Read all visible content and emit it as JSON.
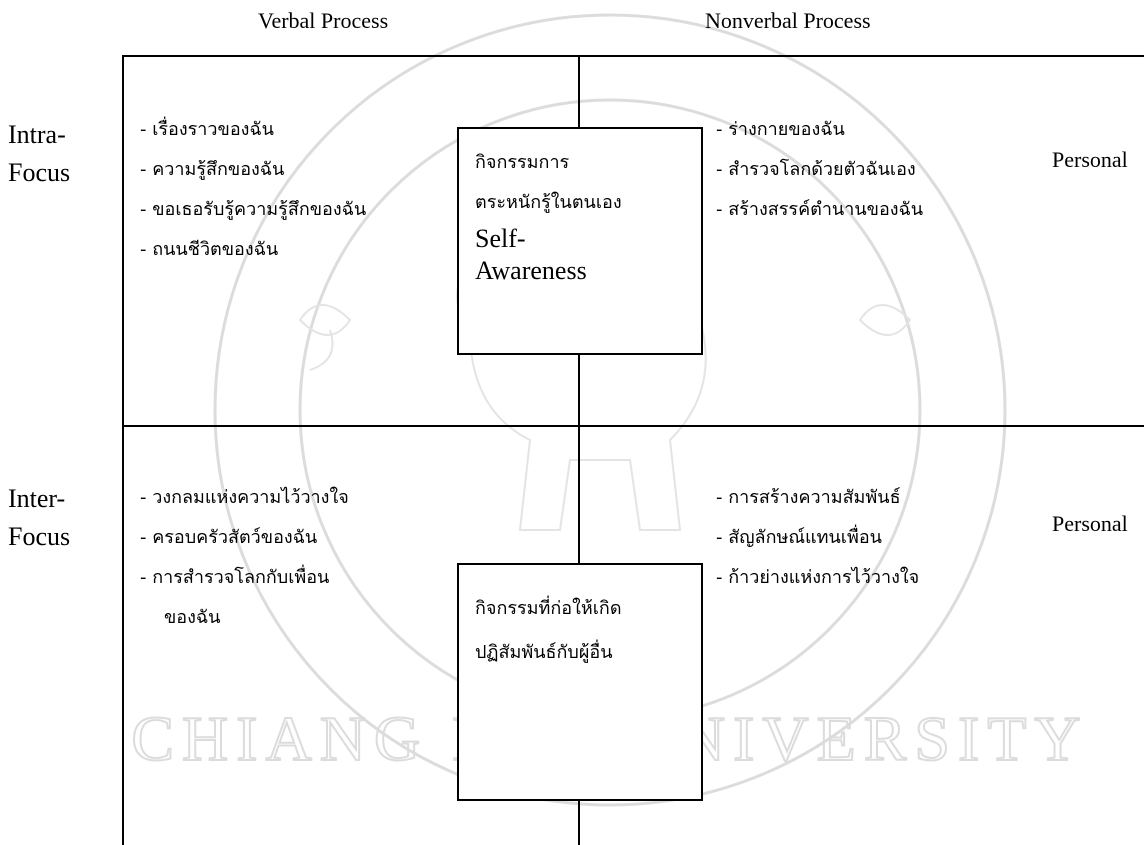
{
  "columns": {
    "verbal": "Verbal Process",
    "nonverbal": "Nonverbal Process"
  },
  "rows": {
    "intra": [
      "Intra-",
      "Focus"
    ],
    "inter": [
      "Inter-",
      "Focus"
    ]
  },
  "side_labels": {
    "top": "Personal",
    "bottom": "Personal"
  },
  "cells": {
    "intra_verbal": [
      "- เรื่องราวของฉัน",
      "- ความรู้สึกของฉัน",
      "- ขอเธอรับรู้ความรู้สึกของฉัน",
      "- ถนนชีวิตของฉัน"
    ],
    "intra_nonverbal": [
      "- ร่างกายของฉัน",
      "- สำรวจโลกด้วยตัวฉันเอง",
      "- สร้างสรรค์ตำนานของฉัน"
    ],
    "inter_verbal": [
      "- วงกลมแห่งความไว้วางใจ",
      "- ครอบครัวสัตว์ของฉัน",
      "- การสำรวจโลกกับเพื่อน",
      "ของฉัน"
    ],
    "inter_nonverbal": [
      "- การสร้างความสัมพันธ์",
      "- สัญลักษณ์แทนเพื่อน",
      "- ก้าวย่างแห่งการไว้วางใจ"
    ]
  },
  "center_top": {
    "thai": [
      "กิจกรรมการ",
      "ตระหนักรู้ในตนเอง"
    ],
    "english": [
      "Self-",
      "Awareness"
    ]
  },
  "center_bottom": {
    "thai": [
      "กิจกรรมที่ก่อให้เกิด",
      "ปฏิสัมพันธ์กับผู้อื่น"
    ]
  },
  "colors": {
    "line": "#000000",
    "watermark": "#d9d9d9"
  },
  "watermark": {
    "text": "CHIANG MAI UNIVERSITY",
    "icon": "university-seal-icon"
  }
}
